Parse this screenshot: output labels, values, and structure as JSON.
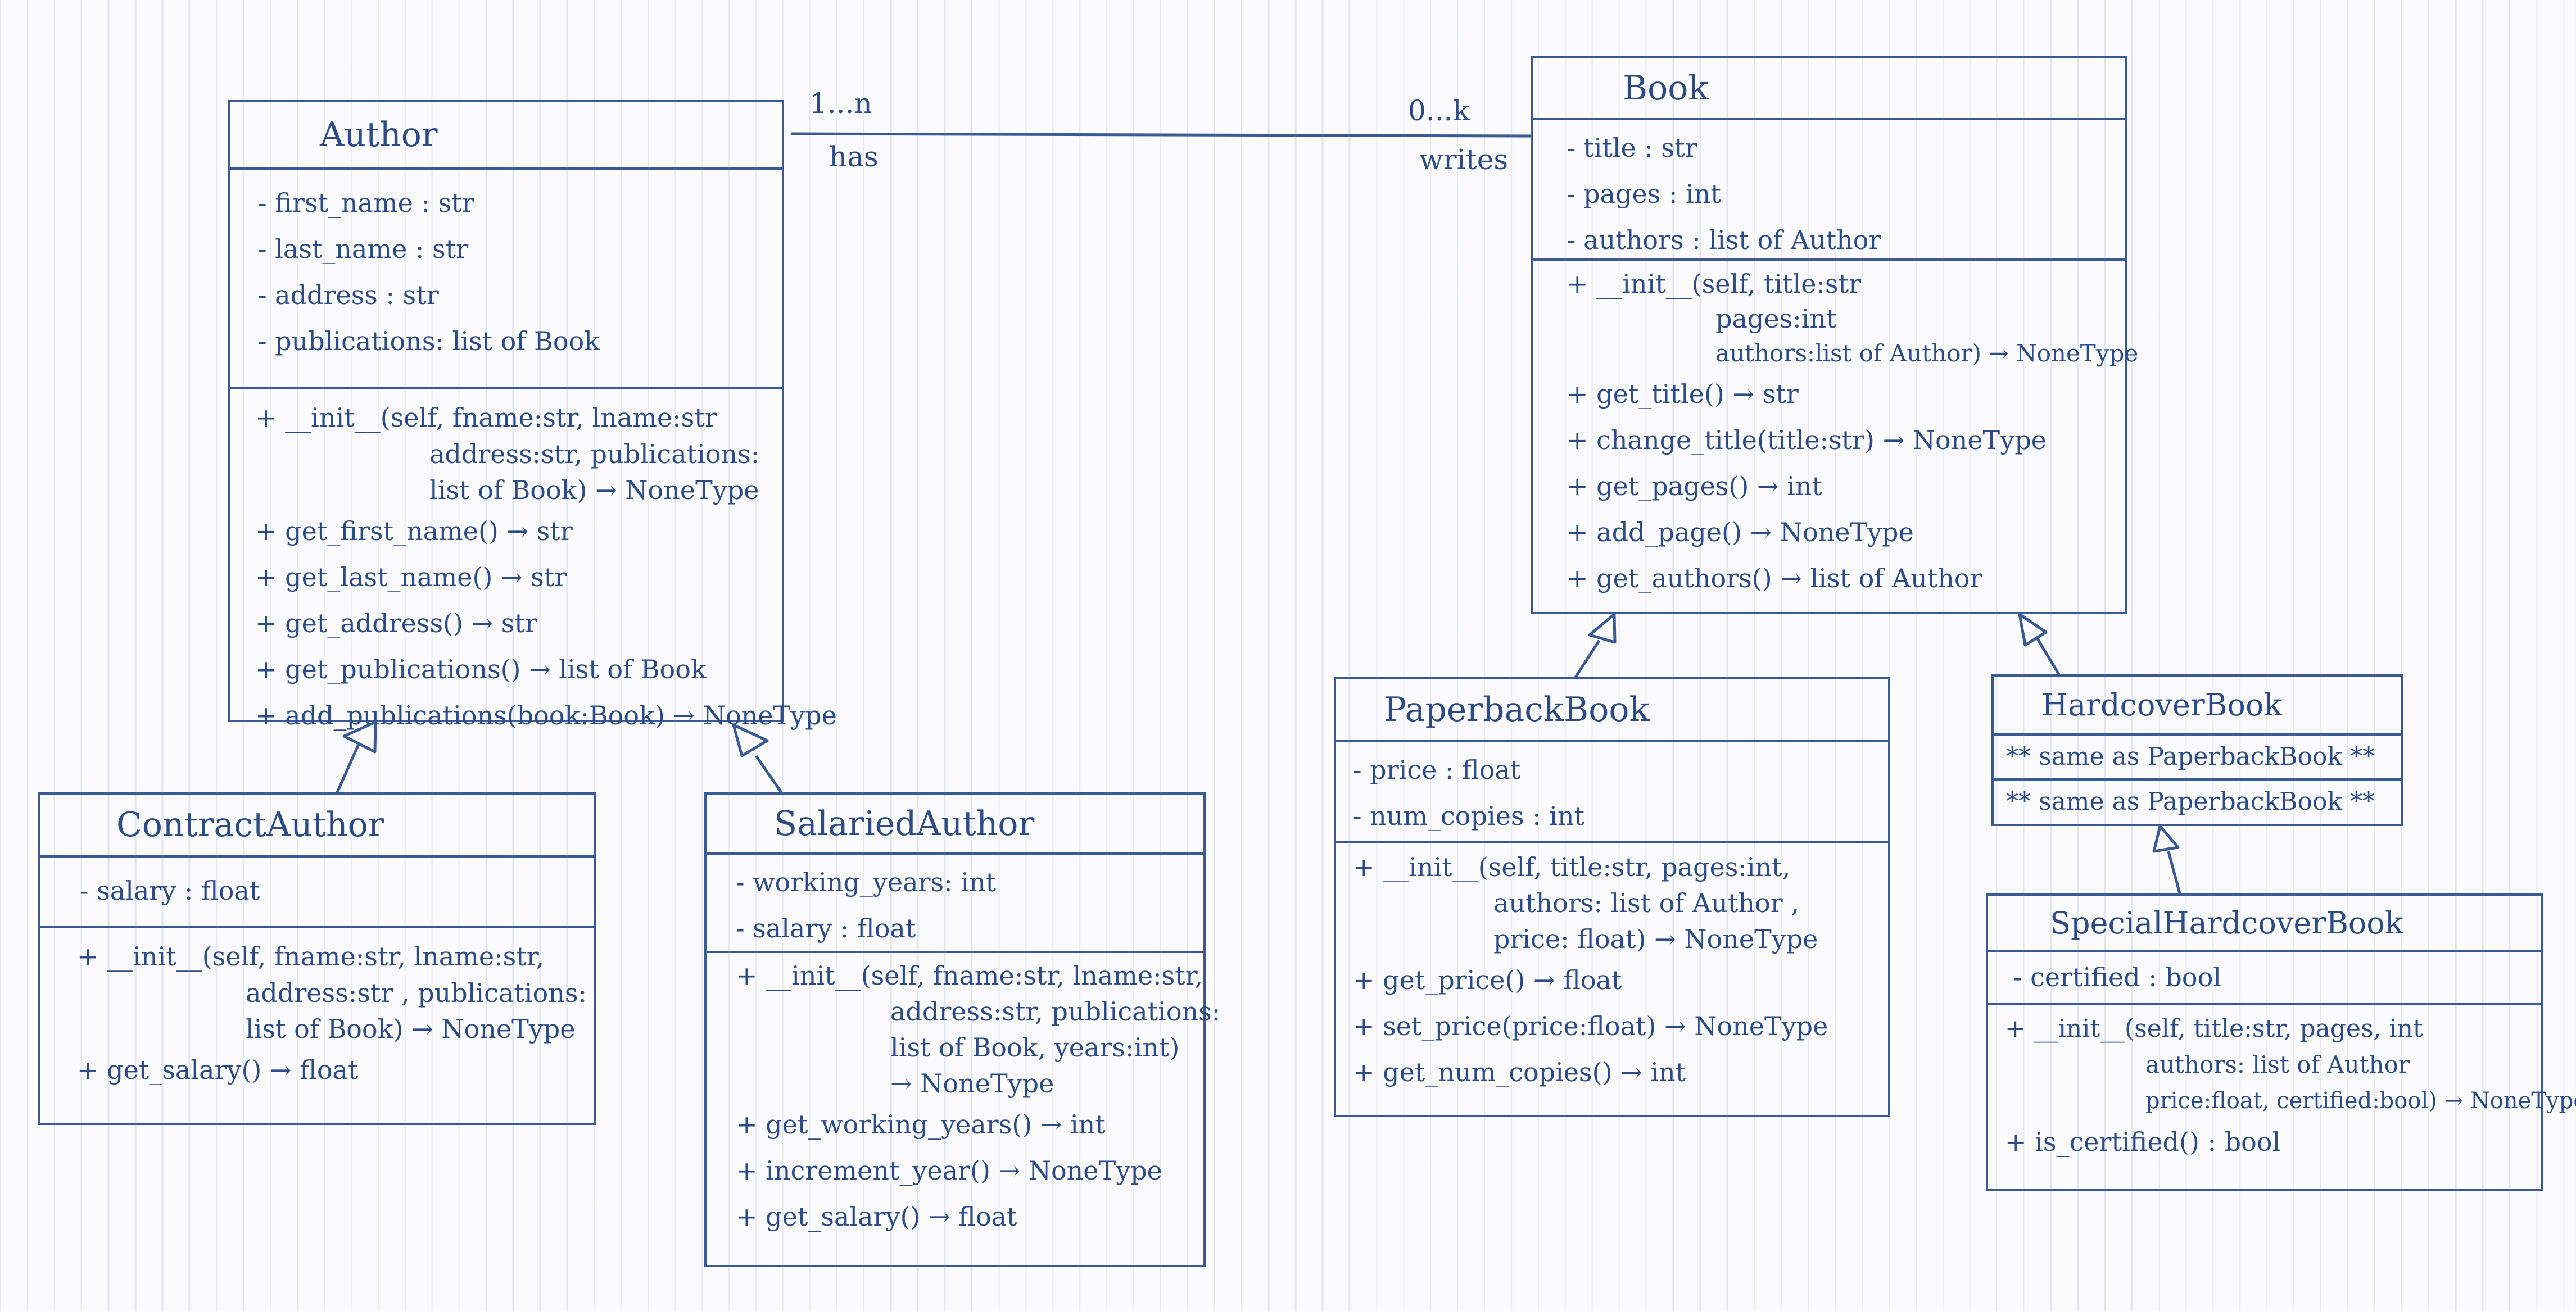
{
  "classes": {
    "author": {
      "name": "Author",
      "attributes": [
        "- first_name : str",
        "- last_name : str",
        "- address : str",
        "- publications: list of Book"
      ],
      "methods": [
        "+ __init__(self, fname:str, lname:str",
        "address:str, publications:",
        "list of Book) → NoneType",
        "+ get_first_name() → str",
        "+ get_last_name() → str",
        "+ get_address() → str",
        "+ get_publications() → list of Book",
        "+ add_publications(book:Book) → NoneType"
      ]
    },
    "contract_author": {
      "name": "ContractAuthor",
      "attributes": [
        "- salary : float"
      ],
      "methods": [
        "+ __init__(self, fname:str, lname:str,",
        "address:str , publications:",
        "list of Book) → NoneType",
        "+ get_salary() → float"
      ]
    },
    "salaried_author": {
      "name": "SalariedAuthor",
      "attributes": [
        "- working_years: int",
        "- salary : float"
      ],
      "methods": [
        "+ __init__(self, fname:str, lname:str,",
        "address:str, publications:",
        "list of Book, years:int)",
        "→ NoneType",
        "+ get_working_years() → int",
        "+ increment_year() → NoneType",
        "+ get_salary() → float"
      ]
    },
    "book": {
      "name": "Book",
      "attributes": [
        "- title : str",
        "- pages : int",
        "- authors : list of Author"
      ],
      "methods": [
        "+ __init__(self, title:str",
        "pages:int",
        "authors:list of Author) → NoneType",
        "+ get_title() → str",
        "+ change_title(title:str) → NoneType",
        "+ get_pages() → int",
        "+ add_page() → NoneType",
        "+ get_authors() → list of Author"
      ]
    },
    "paperback_book": {
      "name": "PaperbackBook",
      "attributes": [
        "- price : float",
        "- num_copies : int"
      ],
      "methods": [
        "+ __init__(self, title:str, pages:int,",
        "authors: list of Author ,",
        "price: float) → NoneType",
        "+ get_price() → float",
        "+ set_price(price:float) → NoneType",
        "+ get_num_copies() → int"
      ]
    },
    "hardcover_book": {
      "name": "HardcoverBook",
      "attributes": [
        "** same as PaperbackBook **"
      ],
      "methods": [
        "** same as PaperbackBook **"
      ]
    },
    "special_hardcover_book": {
      "name": "SpecialHardcoverBook",
      "attributes": [
        "- certified : bool"
      ],
      "methods": [
        "+ __init__(self, title:str, pages, int",
        "authors: list of Author",
        "price:float, certified:bool) → NoneType",
        "+ is_certified() : bool"
      ]
    }
  },
  "association": {
    "left_multiplicity": "1...n",
    "left_role": "has",
    "right_multiplicity": "0...k",
    "right_role": "writes"
  },
  "colors": {
    "ink": "#3a5a96",
    "text": "#2d4c86",
    "grid": "#a0b0cd"
  }
}
